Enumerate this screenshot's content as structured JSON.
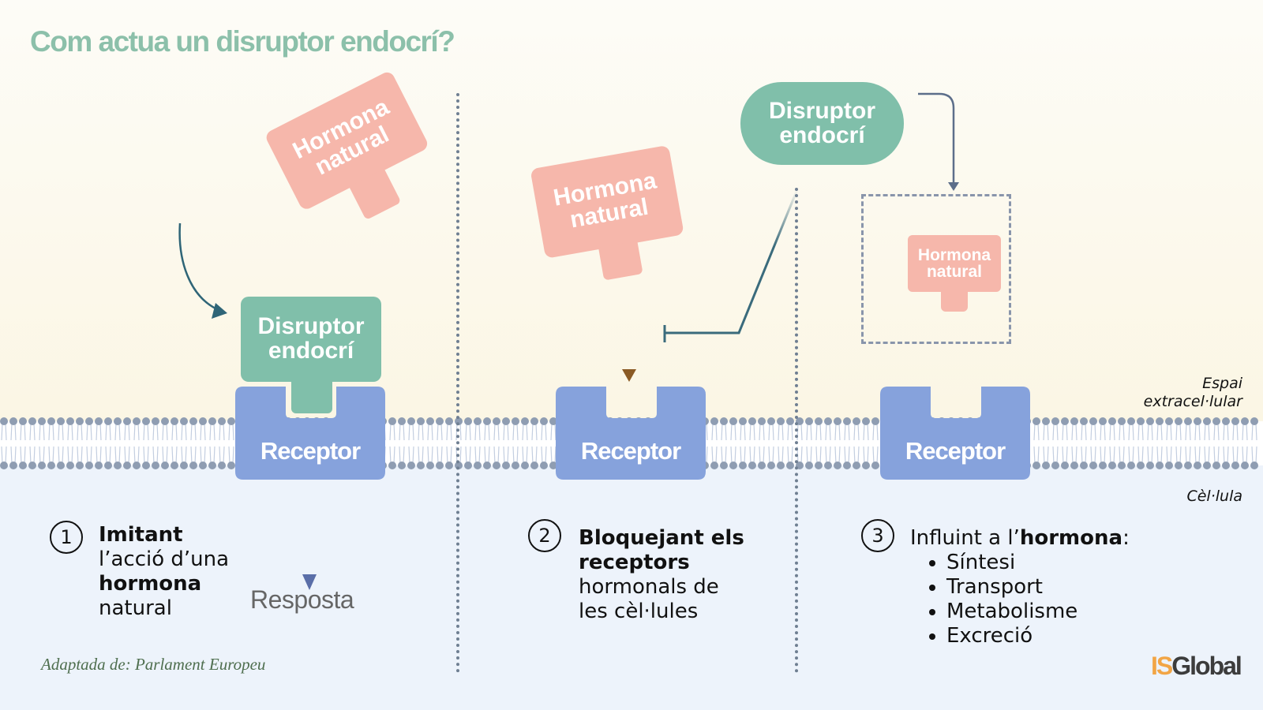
{
  "title": "Com actua un disruptor endocrí?",
  "colors": {
    "title": "#8cc0aa",
    "hormone": "#f6b7ab",
    "disruptor": "#80bfaa",
    "receptor": "#86a2dc",
    "membrane_head": "#8f9db2",
    "extracellular_bg": "#fbf6e4",
    "cell_bg": "#edf3fb",
    "logo_is": "#f2a545",
    "logo_global": "#3c3c3c"
  },
  "labels": {
    "hormone_line1": "Hormona",
    "hormone_line2": "natural",
    "disruptor_line1": "Disruptor",
    "disruptor_line2": "endocrí",
    "receptor": "Receptor",
    "extracellular_line1": "Espai",
    "extracellular_line2": "extracel·lular",
    "cell": "Cèl·lula",
    "response": "Resposta"
  },
  "steps": [
    {
      "number": "1",
      "bold_1": "Imitant",
      "text_1": "l’acció d’una",
      "bold_2": "hormona",
      "text_2": "natural"
    },
    {
      "number": "2",
      "bold_1": "Bloquejant els",
      "bold_2": "receptors",
      "text_1": "hormonals de",
      "text_2": "les cèl·lules"
    },
    {
      "number": "3",
      "text_1": "Influint a l’",
      "bold_1": "hormona",
      "text_2": ":",
      "items": [
        "Síntesi",
        "Transport",
        "Metabolisme",
        "Excreció"
      ]
    }
  ],
  "source": "Adaptada de: Parlament Europeu",
  "logo": {
    "part1": "IS",
    "part2": "Global"
  }
}
